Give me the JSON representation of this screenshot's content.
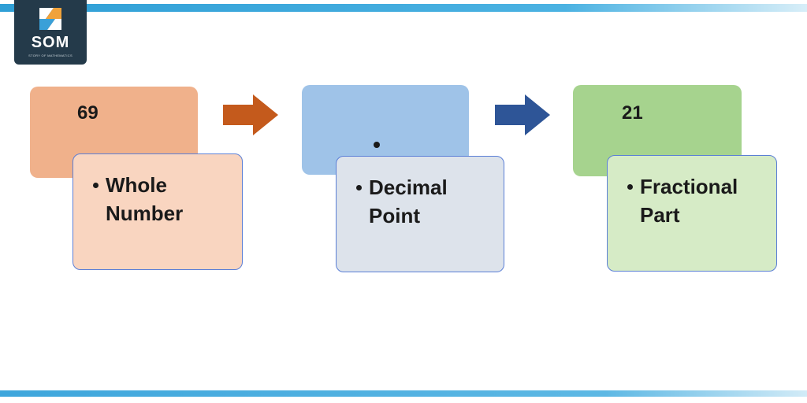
{
  "logo": {
    "text": "SOM",
    "subtitle": "STORY OF MATHEMATICS"
  },
  "boxes": [
    {
      "value": "69",
      "label_line1": "Whole",
      "label_line2": "Number"
    },
    {
      "value": ".",
      "label_line1": "Decimal",
      "label_line2": "Point"
    },
    {
      "value": "21",
      "label_line1": "Fractional",
      "label_line2": "Part"
    }
  ],
  "colors": {
    "box1_back": "#f0b18b",
    "box1_front": "#f9d5c0",
    "box2_back": "#9fc3e8",
    "box2_front": "#dde3eb",
    "box3_back": "#a6d38e",
    "box3_front": "#d6ebc6",
    "arrow1": "#c45a1c",
    "arrow2": "#2e5597"
  }
}
